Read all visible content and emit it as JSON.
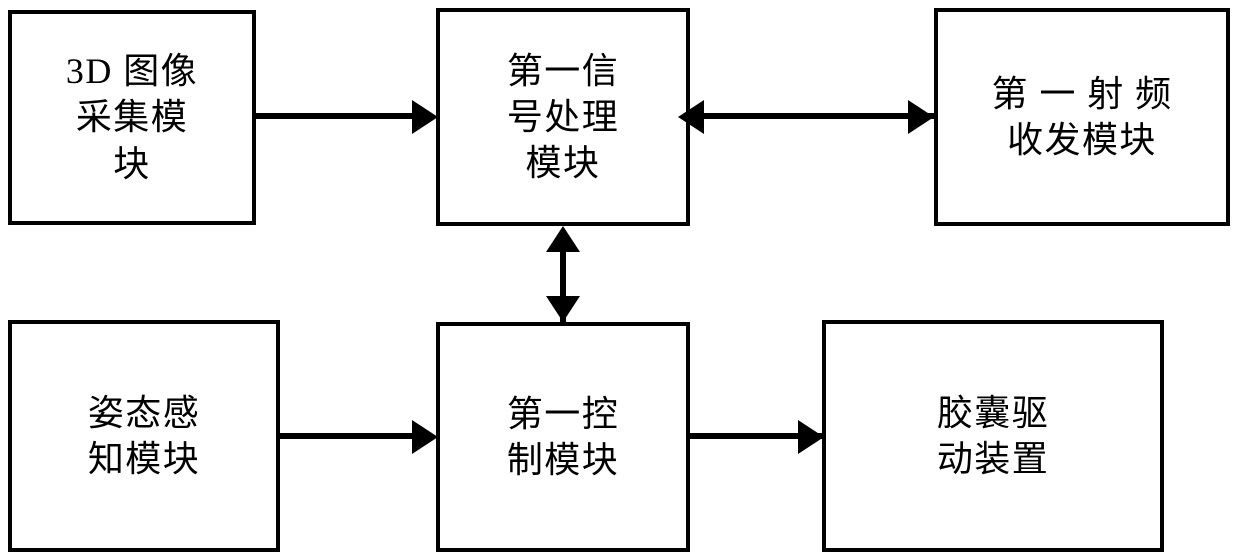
{
  "diagram": {
    "type": "block-diagram",
    "background_color": "#ffffff",
    "line_color": "#000000",
    "nodes": [
      {
        "id": "image-capture",
        "label": "3D 图像\n采集模\n块"
      },
      {
        "id": "signal-proc",
        "label": "第一信\n号处理\n模块"
      },
      {
        "id": "rf-transceiver",
        "label": "第 一 射 频\n收发模块"
      },
      {
        "id": "attitude-sense",
        "label": "姿态感\n知模块"
      },
      {
        "id": "control",
        "label": "第一控\n制模块"
      },
      {
        "id": "capsule-drive",
        "label": "胶囊驱\n动装置"
      }
    ],
    "connectors": [
      {
        "id": "link1",
        "from": "image-capture",
        "to": "signal-proc",
        "direction": "single",
        "orientation": "horizontal"
      },
      {
        "id": "link2",
        "from": "signal-proc",
        "to": "rf-transceiver",
        "direction": "double",
        "orientation": "horizontal"
      },
      {
        "id": "link3",
        "from": "control",
        "to": "signal-proc",
        "direction": "double",
        "orientation": "vertical"
      },
      {
        "id": "link4",
        "from": "attitude-sense",
        "to": "control",
        "direction": "single",
        "orientation": "horizontal"
      },
      {
        "id": "link5",
        "from": "control",
        "to": "capsule-drive",
        "direction": "single",
        "orientation": "horizontal"
      }
    ]
  }
}
